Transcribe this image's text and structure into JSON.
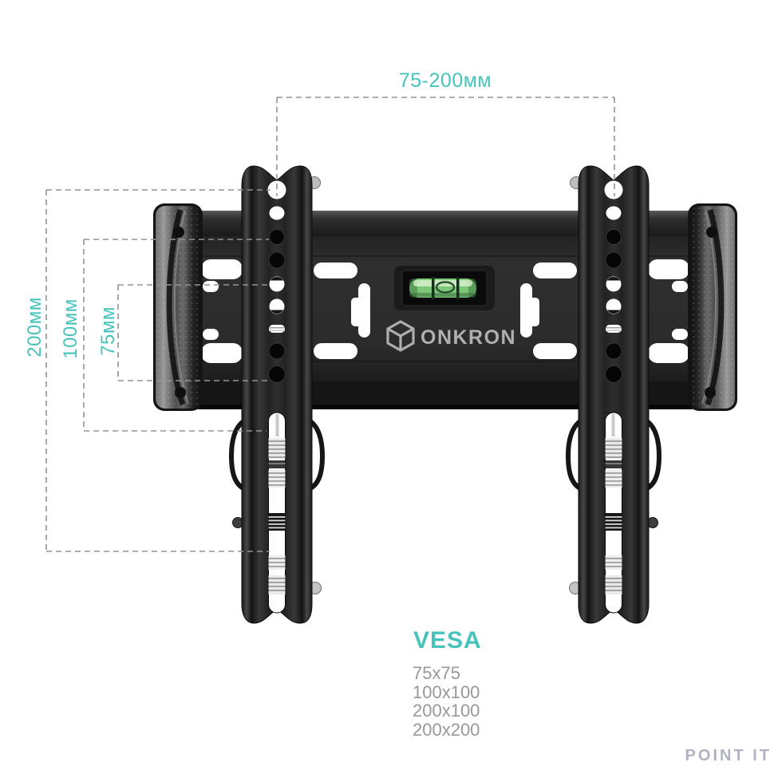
{
  "annotations": {
    "top_dimension_label": "75-200мм",
    "left_dimension_labels": [
      "200мм",
      "100мм",
      "75мм"
    ]
  },
  "vesa": {
    "heading": "VESA",
    "sizes": [
      "75x75",
      "100x100",
      "200x100",
      "200x200"
    ]
  },
  "brand": {
    "logo_text": "ONKRON",
    "logo_icon": "onkron-cube-icon"
  },
  "watermark": "POINT IT",
  "colors": {
    "accent_teal": "#48c3bc",
    "dimension_line_gray": "#919496",
    "vesa_list_gray": "#98989c",
    "watermark_gray": "#a7abb9",
    "level_green": "#8ed389",
    "metal_dark": "#232323"
  },
  "product": {
    "type": "tv-wall-mount",
    "visible_parts": [
      "wall-plate",
      "left-end-cap",
      "right-end-cap",
      "left-tv-bracket",
      "right-tv-bracket",
      "bubble-level",
      "brand-logo"
    ]
  }
}
